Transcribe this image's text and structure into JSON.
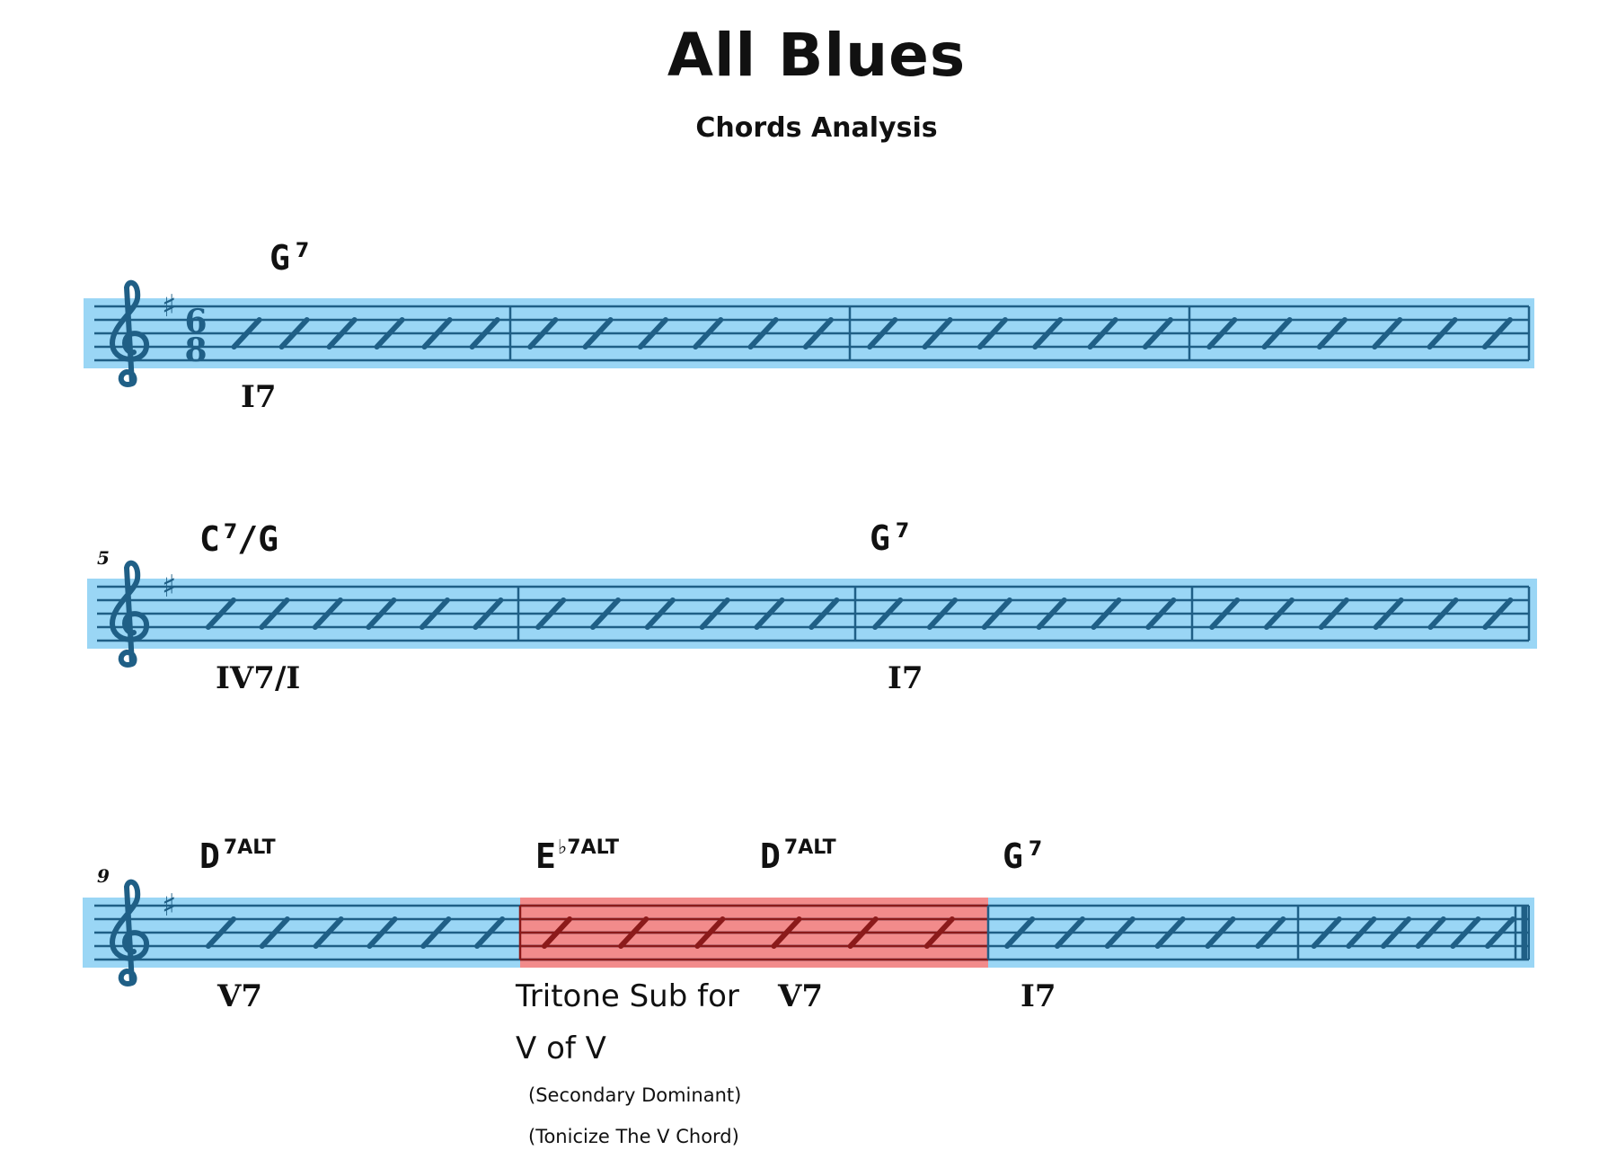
{
  "header": {
    "title": "All Blues",
    "subtitle": "Chords Analysis"
  },
  "colors": {
    "band": "#9ad6f5",
    "highlight": "#f28b8b",
    "staff": "#1f5f86",
    "highlight_staff": "#8b1a1a"
  },
  "key_signature": "♯",
  "time_signature": {
    "top": "6",
    "bottom": "8"
  },
  "systems": [
    {
      "measure_number": "",
      "chords": [
        {
          "root": "G",
          "acc": "",
          "quality": "7"
        }
      ],
      "analysis": [
        "I7"
      ]
    },
    {
      "measure_number": "5",
      "chords": [
        {
          "root": "C",
          "acc": "",
          "quality": "7",
          "slash": "/G"
        },
        {
          "root": "G",
          "acc": "",
          "quality": "7"
        }
      ],
      "analysis": [
        "IV7/I",
        "I7"
      ]
    },
    {
      "measure_number": "9",
      "chords": [
        {
          "root": "D",
          "acc": "",
          "quality": "7ALT"
        },
        {
          "root": "E",
          "acc": "♭",
          "quality": "7ALT"
        },
        {
          "root": "D",
          "acc": "",
          "quality": "7ALT"
        },
        {
          "root": "G",
          "acc": "",
          "quality": "7"
        }
      ],
      "analysis": [
        "V7",
        "Tritone Sub for",
        "V7",
        "I7"
      ],
      "notes": [
        "V of V",
        "(Secondary Dominant)",
        "(Tonicize The V Chord)"
      ]
    }
  ],
  "slashes_per_measure": 6
}
